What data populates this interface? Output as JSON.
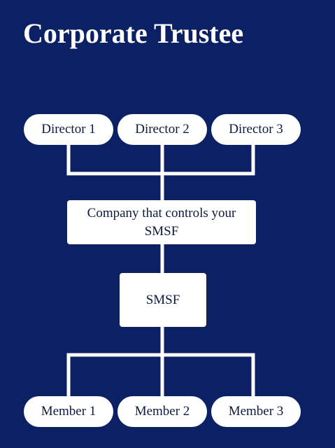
{
  "title": "Corporate Trustee",
  "colors": {
    "background": "#0b2163",
    "node_fill": "#ffffff",
    "connector": "#ffffff",
    "node_text": "#0b1a3f"
  },
  "directors": [
    {
      "label": "Director 1"
    },
    {
      "label": "Director 2"
    },
    {
      "label": "Director 3"
    }
  ],
  "company": {
    "label": "Company that controls your SMSF"
  },
  "fund": {
    "label": "SMSF"
  },
  "members": [
    {
      "label": "Member 1"
    },
    {
      "label": "Member 2"
    },
    {
      "label": "Member 3"
    }
  ]
}
